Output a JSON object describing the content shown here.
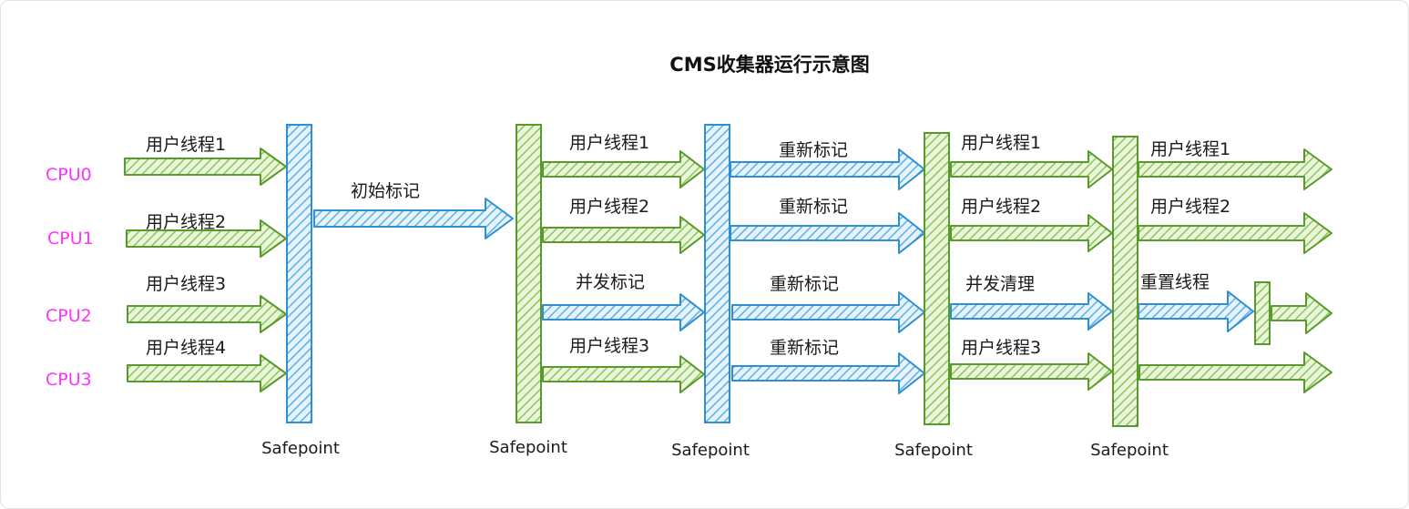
{
  "title": "CMS收集器运行示意图",
  "colors": {
    "green": "#5a9a2a",
    "green_fill": "#b7dc8c",
    "blue": "#2f8fd0",
    "blue_fill": "#a6d4f5",
    "cpu": "#ff33ff"
  },
  "cpus": [
    "CPU0",
    "CPU1",
    "CPU2",
    "CPU3"
  ],
  "safepoint_label": "Safepoint",
  "stage1": [
    "用户线程1",
    "用户线程2",
    "用户线程3",
    "用户线程4"
  ],
  "initial_mark": "初始标记",
  "stage3": [
    "用户线程1",
    "用户线程2",
    "并发标记",
    "用户线程3"
  ],
  "stage4": [
    "重新标记",
    "重新标记",
    "重新标记",
    "重新标记"
  ],
  "stage5": [
    "用户线程1",
    "用户线程2",
    "并发清理",
    "用户线程3"
  ],
  "stage6": [
    "用户线程1",
    "用户线程2",
    "重置线程",
    ""
  ]
}
